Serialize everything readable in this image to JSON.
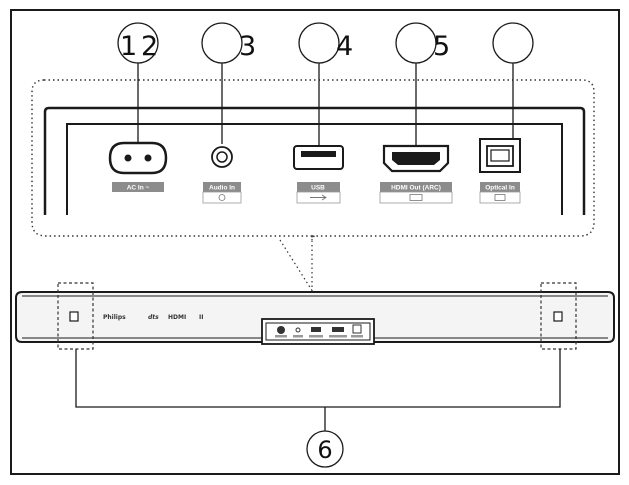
{
  "callouts": {
    "c1": "1",
    "c2": "2",
    "c3": "3",
    "c4": "4",
    "c5": "5",
    "c6": "6"
  },
  "ports": {
    "ac": "AC In ~",
    "audio": "Audio In",
    "usb": "USB",
    "hdmi": "HDMI Out (ARC)",
    "optical": "Optical In"
  },
  "bar_text": {
    "brand": "Philips",
    "dolby": "dts",
    "hdmi": "HDMI",
    "tag": "II"
  },
  "colors": {
    "line": "#1a1a1a",
    "label_bg": "#8c8c8c",
    "panel_bg": "#ffffff",
    "bar_bg": "#f4f4f4"
  }
}
